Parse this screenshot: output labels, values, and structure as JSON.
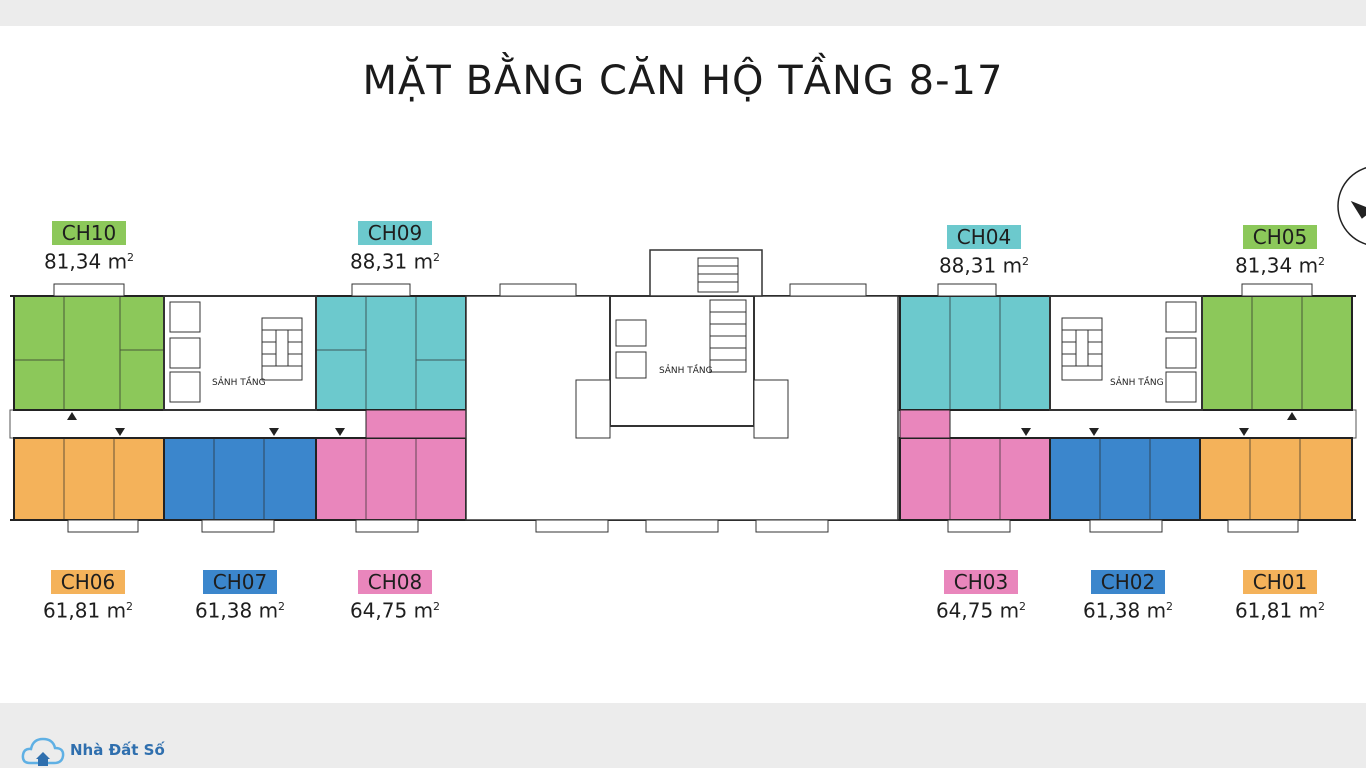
{
  "title": "MẶT BẰNG CĂN HỘ TẦNG 8-17",
  "colors": {
    "green": "#8cc85a",
    "cyan": "#6cc9cd",
    "orange": "#f4b25a",
    "blue": "#3b86cc",
    "pink": "#e986bc"
  },
  "lobby_label": "SẢNH TẦNG",
  "units": [
    {
      "code": "CH10",
      "area": "81,34",
      "unit": "m",
      "sup": "2",
      "color": "#8cc85a"
    },
    {
      "code": "CH09",
      "area": "88,31",
      "unit": "m",
      "sup": "2",
      "color": "#6cc9cd"
    },
    {
      "code": "CH04",
      "area": "88,31",
      "unit": "m",
      "sup": "2",
      "color": "#6cc9cd"
    },
    {
      "code": "CH05",
      "area": "81,34",
      "unit": "m",
      "sup": "2",
      "color": "#8cc85a"
    },
    {
      "code": "CH06",
      "area": "61,81",
      "unit": "m",
      "sup": "2",
      "color": "#f4b25a"
    },
    {
      "code": "CH07",
      "area": "61,38",
      "unit": "m",
      "sup": "2",
      "color": "#3b86cc"
    },
    {
      "code": "CH08",
      "area": "64,75",
      "unit": "m",
      "sup": "2",
      "color": "#e986bc"
    },
    {
      "code": "CH03",
      "area": "64,75",
      "unit": "m",
      "sup": "2",
      "color": "#e986bc"
    },
    {
      "code": "CH02",
      "area": "61,38",
      "unit": "m",
      "sup": "2",
      "color": "#3b86cc"
    },
    {
      "code": "CH01",
      "area": "61,81",
      "unit": "m",
      "sup": "2",
      "color": "#f4b25a"
    }
  ],
  "footer": {
    "brand": "Nhà Đất Số"
  }
}
